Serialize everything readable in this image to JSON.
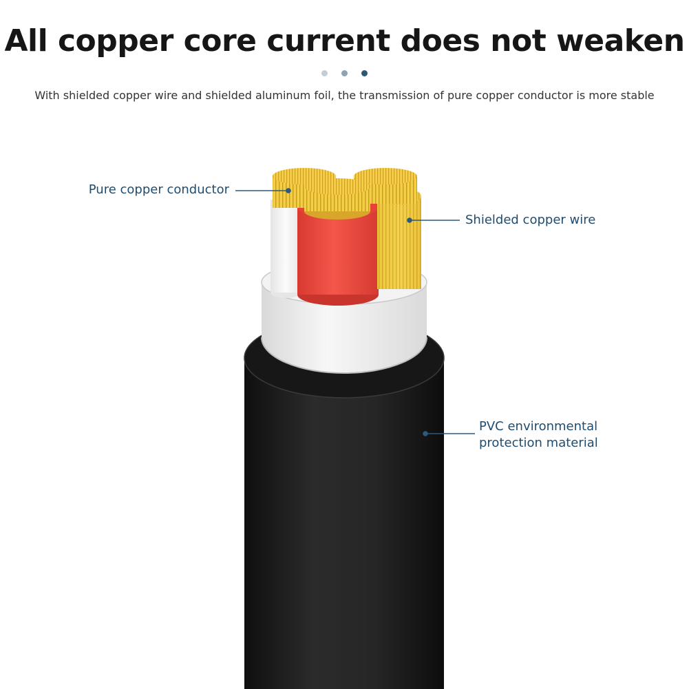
{
  "header": {
    "title": "All copper core current does not weaken",
    "subtitle": "With shielded copper wire and shielded aluminum foil, the transmission of pure copper conductor is more stable",
    "dots": [
      "#c2cdd6",
      "#8ea3b3",
      "#2c5775"
    ]
  },
  "diagram": {
    "labels": {
      "conductor": "Pure copper conductor",
      "shield": "Shielded copper wire",
      "pvc_line1": "PVC environmental",
      "pvc_line2": "protection material"
    },
    "colors": {
      "label_text": "#1f4c6e",
      "leader_line": "#2b5a7a",
      "jacket": "#1e1e1e",
      "foil": "#efefef",
      "insulation_red": "#ef4b3f",
      "insulation_white": "#f6f6f6",
      "copper": "#f2cd45"
    }
  }
}
